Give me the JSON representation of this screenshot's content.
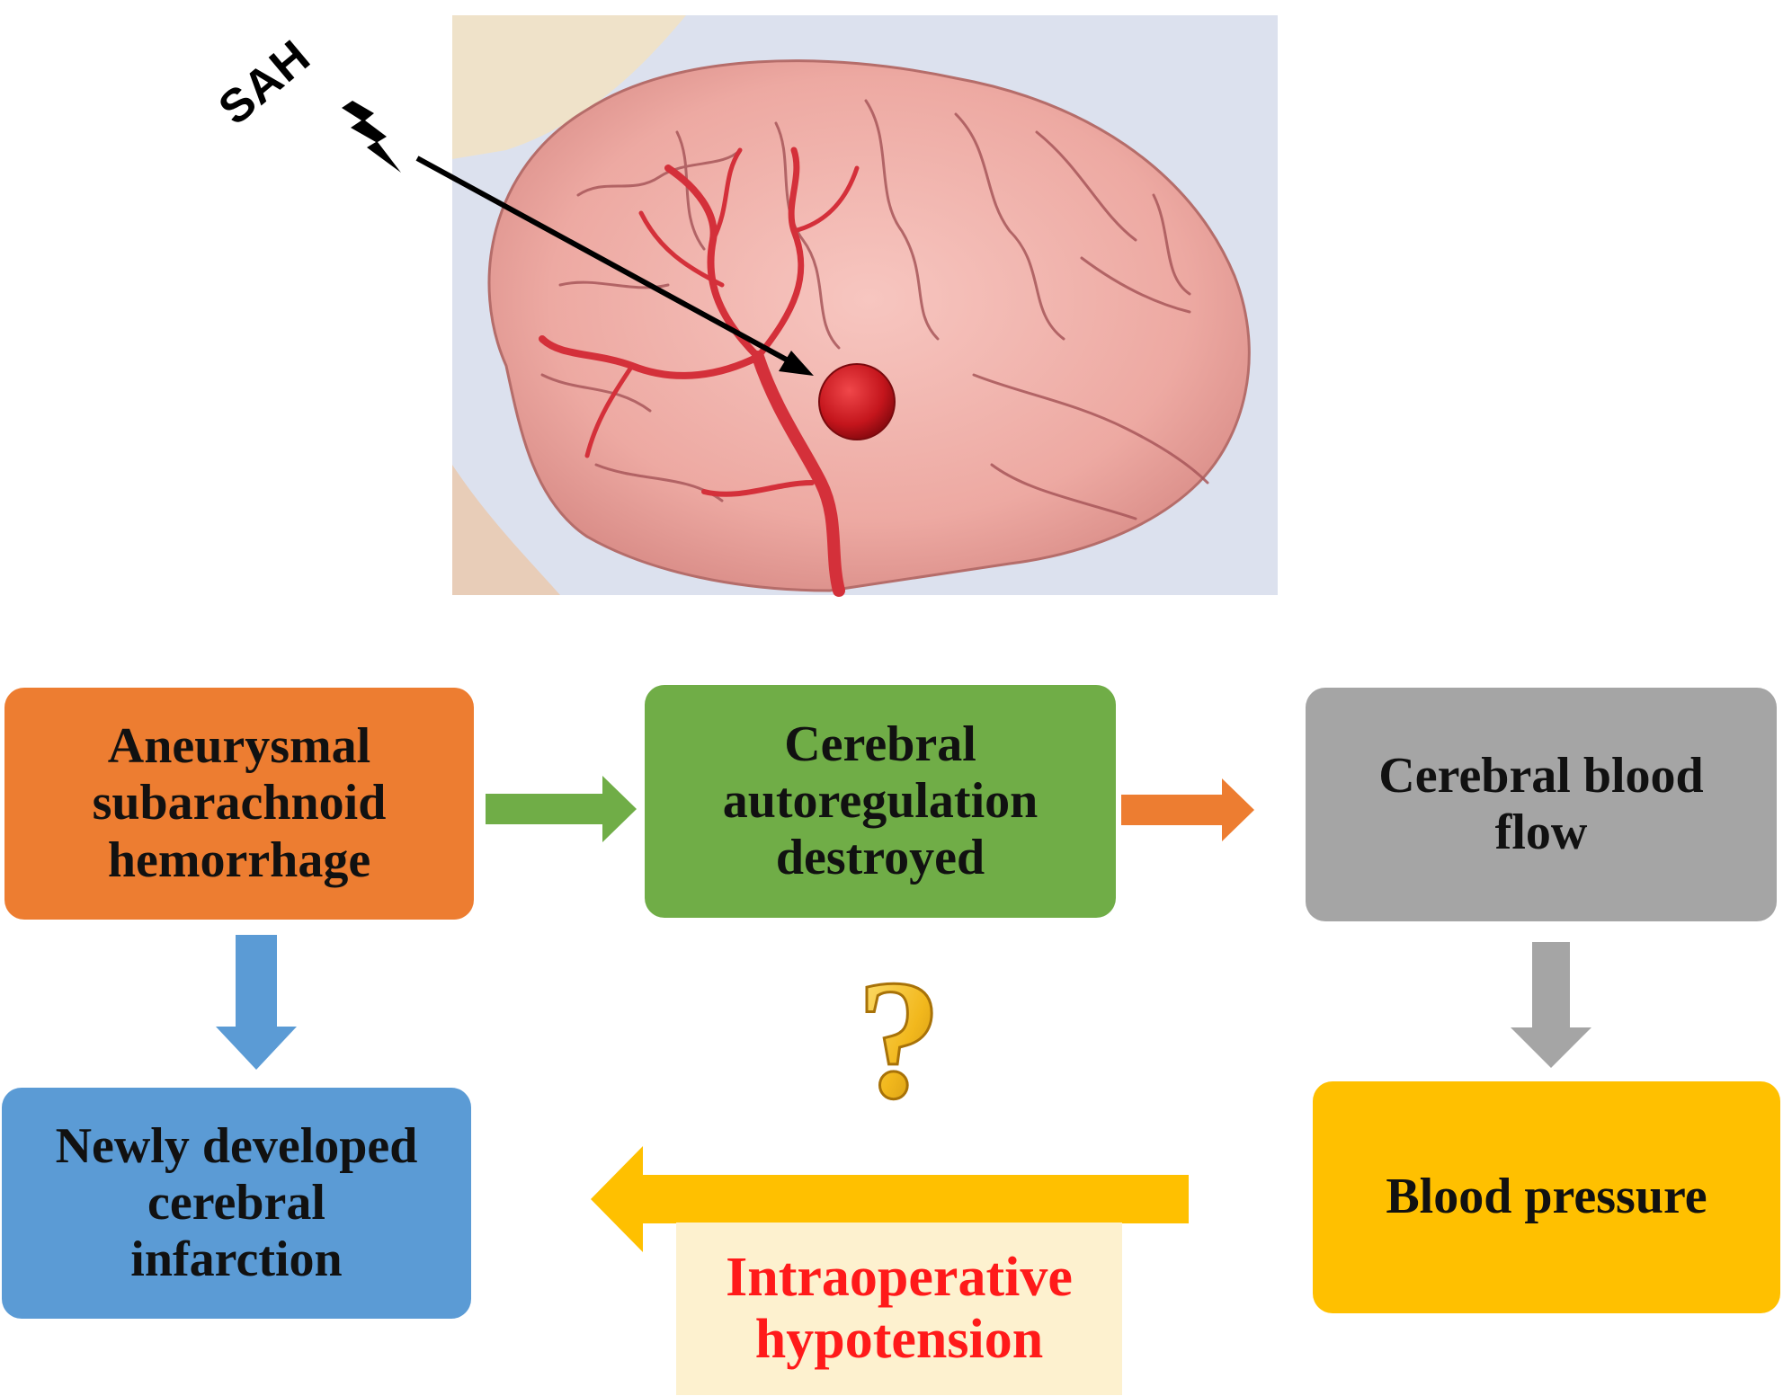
{
  "illustration": {
    "label": "SAH"
  },
  "flow": {
    "aneurysmal_sah": [
      "Aneurysmal",
      "subarachnoid",
      "hemorrhage"
    ],
    "autoregulation": [
      "Cerebral",
      "autoregulation",
      "destroyed"
    ],
    "cerebral_blood_flow": [
      "Cerebral blood",
      "flow"
    ],
    "blood_pressure": "Blood pressure",
    "infarction": [
      "Newly developed",
      "cerebral",
      "infarction"
    ],
    "hypotension": [
      "Intraoperative",
      "hypotension"
    ],
    "question_mark": "?"
  },
  "colors": {
    "orange": "#ED7D31",
    "green": "#70AD47",
    "gray": "#A5A5A5",
    "yellow": "#FFC000",
    "blue": "#5B9BD5",
    "red_text": "#FF1A1A",
    "hypotension_bg": "#FDF1CF"
  }
}
